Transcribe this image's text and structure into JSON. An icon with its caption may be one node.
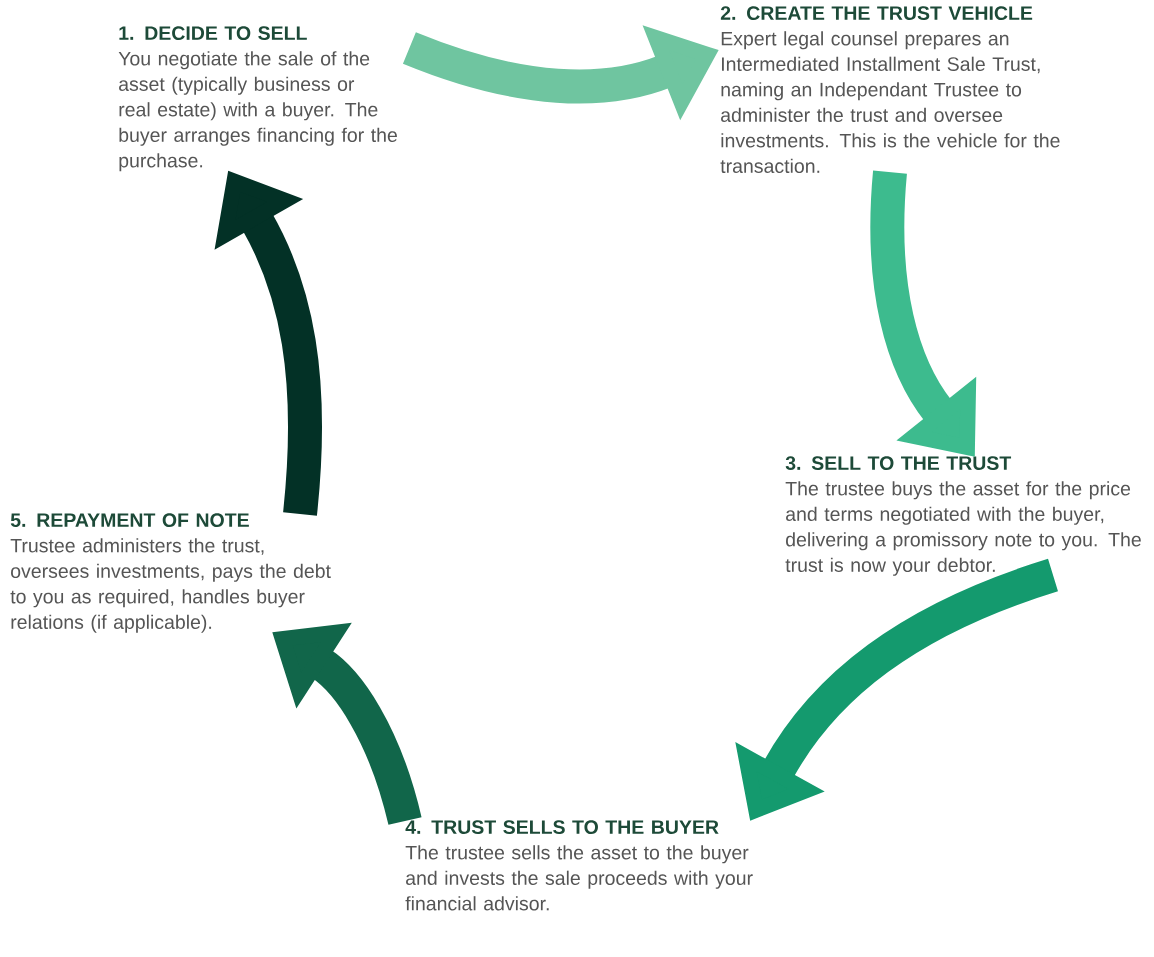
{
  "diagram": {
    "nodes": [
      {
        "text": [
          "1. DECIDE TO SELL",
          "You negotiate the sale of the asset (typically business or real estate) with a buyer. The  buyer arranges financing for the purchase."
        ]
      },
      {
        "text": [
          "2. CREATE THE TRUST VEHICLE",
          "Expert legal counsel prepares an Intermediated Installment Sale Trust, naming an Independant Trustee to administer the trust and oversee investments. This is the vehicle for the transaction."
        ]
      },
      {
        "text": [
          "3. SELL TO THE TRUST",
          "The trustee buys the asset for the price and terms negotiated with the buyer, delivering a promissory note to you. The trust is now your debtor."
        ]
      },
      {
        "text": [
          "4. TRUST SELLS TO THE BUYER",
          "The trustee sells the asset to the buyer and invests the sale proceeds with your financial advisor."
        ]
      },
      {
        "text": [
          "5. REPAYMENT OF NOTE",
          "Trustee administers the trust, oversees investments, pays the debt to you as required, handles buyer relations (if applicable)."
        ]
      }
    ],
    "edges": [
      {
        "from": 0,
        "to": 1,
        "arrow": "to",
        "color": "#6fc5a0"
      },
      {
        "from": 1,
        "to": 2,
        "arrow": "to",
        "color": "#3dbb8e"
      },
      {
        "from": 2,
        "to": 3,
        "arrow": "to",
        "color": "#149a6e"
      },
      {
        "from": 3,
        "to": 4,
        "arrow": "to",
        "color": "#11664a"
      },
      {
        "from": 4,
        "to": 0,
        "arrow": "to",
        "color": "#033126"
      }
    ]
  }
}
